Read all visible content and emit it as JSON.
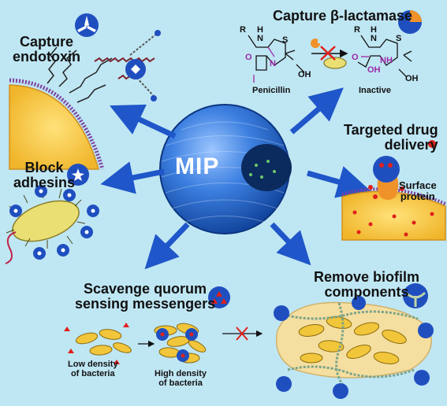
{
  "center_label": "MIP",
  "panels": {
    "endotoxin": {
      "title_line1": "Capture",
      "title_line2": "endotoxin"
    },
    "beta_lactamase": {
      "title": "Capture β-lactamase",
      "penicillin_label": "Penicillin",
      "inactive_label": "Inactive"
    },
    "drug_delivery": {
      "title_line1": "Targeted drug",
      "title_line2": "delivery",
      "surface_line1": "Surface",
      "surface_line2": "protein"
    },
    "adhesins": {
      "title_line1": "Block",
      "title_line2": "adhesins"
    },
    "quorum": {
      "title_line1": "Scavenge quorum",
      "title_line2": "sensing messengers",
      "low_line1": "Low density",
      "low_line2": "of bacteria",
      "high_line1": "High density",
      "high_line2": "of bacteria"
    },
    "biofilm": {
      "title_line1": "Remove biofilm",
      "title_line2": "components"
    }
  },
  "chem": {
    "R": "R",
    "H": "H",
    "N": "N",
    "O": "O",
    "S": "S",
    "OH": "OH",
    "NH": "NH"
  },
  "colors": {
    "background": "#bfe6f3",
    "mip_blue": "#2f6fd0",
    "arrow_blue": "#1f56c9",
    "red": "#e0201b",
    "membrane": "#f5c43a",
    "bacterium": "#e9df73"
  }
}
